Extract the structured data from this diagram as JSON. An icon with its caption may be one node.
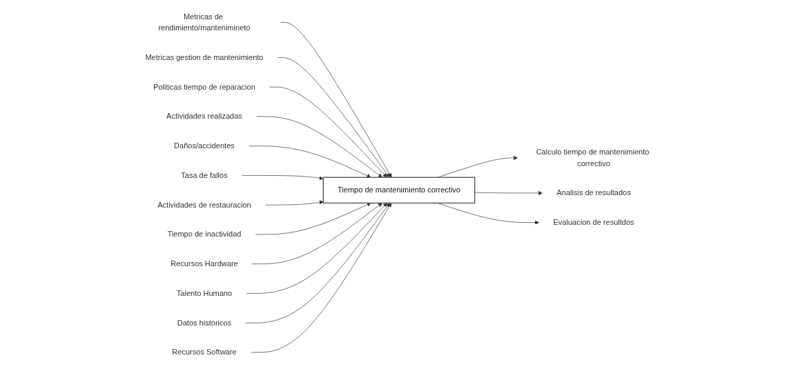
{
  "diagram": {
    "nodes": [
      {
        "text": [
          "Metricas de rendimiento/mantenimineto"
        ]
      },
      {
        "text": [
          "Metricas gestion de mantenimiento"
        ]
      },
      {
        "text": [
          "Politicas tiempo de reparacion"
        ]
      },
      {
        "text": [
          "Actividades realizadas"
        ]
      },
      {
        "text": [
          "Daños/accidentes"
        ]
      },
      {
        "text": [
          "Tasa de fallos"
        ]
      },
      {
        "text": [
          "Actividades de restauracion"
        ]
      },
      {
        "text": [
          "Tiempo de inactividad"
        ]
      },
      {
        "text": [
          "Tiempo de mantenimiento correctivo"
        ]
      },
      {
        "text": [
          "Calculo tiempo de mantenimiento correctivo"
        ]
      },
      {
        "text": [
          "Analisis de resultados"
        ]
      },
      {
        "text": [
          "Evaluacion de resultdos"
        ]
      },
      {
        "text": [
          "Recursos Hardware"
        ]
      },
      {
        "text": [
          "Talento Humano"
        ]
      },
      {
        "text": [
          "Datos historicos"
        ]
      },
      {
        "text": [
          "Recursos Software"
        ]
      }
    ],
    "edges": [
      {
        "from": 0,
        "to": 8,
        "arrow": "to"
      },
      {
        "from": 1,
        "to": 8,
        "arrow": "to"
      },
      {
        "from": 2,
        "to": 8,
        "arrow": "to"
      },
      {
        "from": 3,
        "to": 8,
        "arrow": "to"
      },
      {
        "from": 4,
        "to": 8,
        "arrow": "to"
      },
      {
        "from": 5,
        "to": 8,
        "arrow": "to"
      },
      {
        "from": 6,
        "to": 8,
        "arrow": "to"
      },
      {
        "from": 7,
        "to": 8,
        "arrow": "to"
      },
      {
        "from": 8,
        "to": 9,
        "arrow": "to"
      },
      {
        "from": 8,
        "to": 10,
        "arrow": "to"
      },
      {
        "from": 8,
        "to": 11,
        "arrow": "to"
      },
      {
        "from": 12,
        "to": 8,
        "arrow": "to"
      },
      {
        "from": 13,
        "to": 8,
        "arrow": "to"
      },
      {
        "from": 14,
        "to": 8,
        "arrow": "to"
      },
      {
        "from": 15,
        "to": 8,
        "arrow": "to"
      }
    ]
  }
}
